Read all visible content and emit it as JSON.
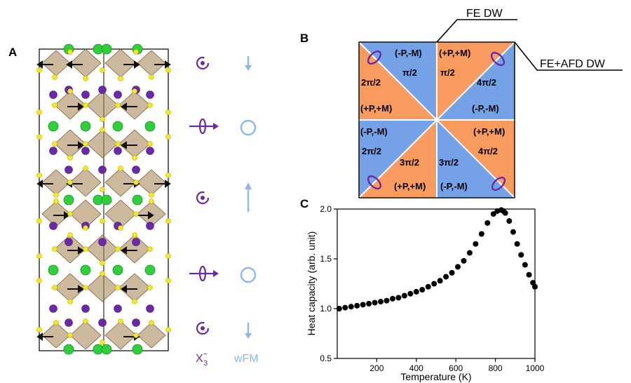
{
  "panels": {
    "A": {
      "label": "A",
      "mode_label": "X",
      "mode_superscript": "−",
      "mode_subscript": "3",
      "wfm_label": "wFM",
      "mode_color": "#6a2aa8",
      "wfm_color": "#8bb8ec"
    },
    "B": {
      "label": "B",
      "fe_dw_label": "FE DW",
      "fe_afd_dw_label": "FE+AFD DW",
      "orange": "#f79b5e",
      "blue": "#75a2e6",
      "quadrant_texts": {
        "tl_pm": "(-P,-M)",
        "tl_phase_blue": "π/2",
        "tl_phase_orange": "2π/2",
        "tl_pm_orange": "(+P,+M)",
        "tr_pm": "(+P,+M)",
        "tr_phase_orange": "π/2",
        "tr_phase_blue": "4π/2",
        "tr_pm_blue": "(-P,-M)",
        "bl_pm": "(-P,-M)",
        "bl_phase_blue": "2π/2",
        "bl_phase_orange": "3π/2",
        "bl_pm_orange": "(+P,+M)",
        "br_pm": "(+P,+M)",
        "br_phase_orange": "4π/2",
        "br_phase_blue": "3π/2",
        "br_pm_blue": "(-P,-M)"
      }
    },
    "C": {
      "label": "C"
    }
  },
  "chart_data": {
    "type": "scatter",
    "xlabel": "Temperature (K)",
    "ylabel": "Heat capacity (arb. unit)",
    "xlim": [
      0,
      1000
    ],
    "ylim": [
      0.5,
      2.0
    ],
    "xticks": [
      "200",
      "400",
      "600",
      "800",
      "1000"
    ],
    "yticks": [
      "0.5",
      "1.0",
      "1.5",
      "2.0"
    ],
    "x": [
      10,
      40,
      70,
      100,
      130,
      160,
      190,
      220,
      250,
      280,
      310,
      340,
      370,
      400,
      430,
      460,
      490,
      520,
      550,
      580,
      610,
      640,
      670,
      700,
      730,
      760,
      790,
      810,
      830,
      840,
      850,
      870,
      890,
      910,
      930,
      950,
      970,
      990,
      1000
    ],
    "y": [
      1.0,
      1.01,
      1.02,
      1.03,
      1.04,
      1.05,
      1.06,
      1.07,
      1.08,
      1.1,
      1.11,
      1.13,
      1.15,
      1.17,
      1.19,
      1.22,
      1.25,
      1.28,
      1.32,
      1.36,
      1.42,
      1.48,
      1.56,
      1.65,
      1.75,
      1.86,
      1.95,
      1.98,
      1.99,
      1.98,
      1.96,
      1.88,
      1.77,
      1.65,
      1.54,
      1.44,
      1.34,
      1.26,
      1.22
    ],
    "marker_color": "#000000"
  }
}
